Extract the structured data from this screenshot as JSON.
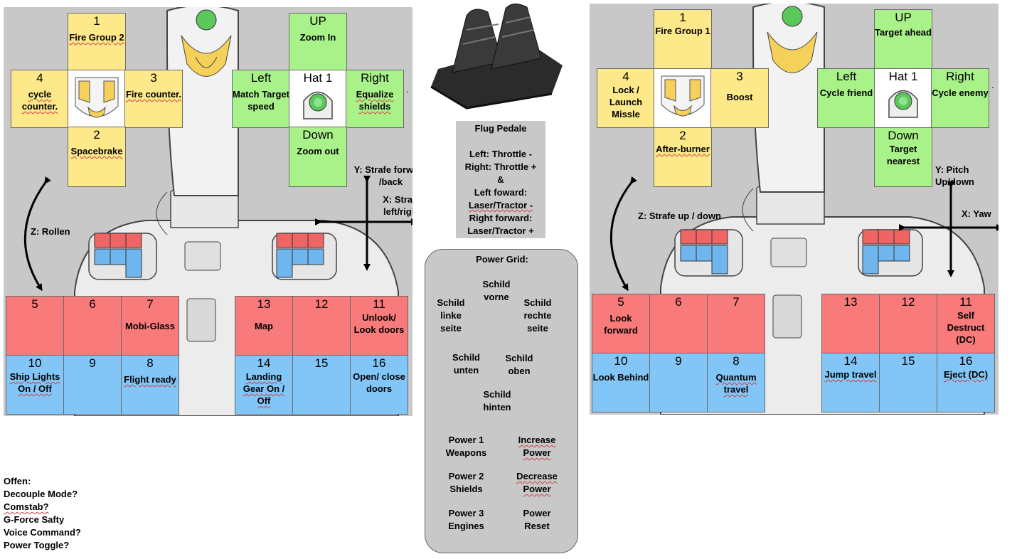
{
  "left_panel": {
    "hat_grid": {
      "btn1": {
        "num": "1",
        "label": "Fire Group 2"
      },
      "btn2": {
        "num": "2",
        "label": "Spacebrake"
      },
      "btn3": {
        "num": "3",
        "label": "Fire counter."
      },
      "btn4": {
        "num": "4",
        "label": "cycle counter."
      }
    },
    "hat1_grid": {
      "center": "Hat 1",
      "up": {
        "dir": "UP",
        "label": "Zoom In"
      },
      "down": {
        "dir": "Down",
        "label": "Zoom out"
      },
      "left": {
        "dir": "Left",
        "label": "Match Target speed"
      },
      "right": {
        "dir": "Right",
        "label": "Equalize shields"
      }
    },
    "axes": {
      "y": "Y: Strafe forward /back",
      "x": "X: Strafe left/right",
      "z": "Z: Rollen"
    },
    "base_left": {
      "top": [
        {
          "num": "5",
          "label": ""
        },
        {
          "num": "6",
          "label": ""
        },
        {
          "num": "7",
          "label": "Mobi-Glass"
        }
      ],
      "bottom": [
        {
          "num": "10",
          "label": "Ship Lights On / Off"
        },
        {
          "num": "9",
          "label": ""
        },
        {
          "num": "8",
          "label": "Flight ready"
        }
      ]
    },
    "base_right": {
      "top": [
        {
          "num": "13",
          "label": "Map"
        },
        {
          "num": "12",
          "label": ""
        },
        {
          "num": "11",
          "label": "Unlook/ Look doors"
        }
      ],
      "bottom": [
        {
          "num": "14",
          "label": "Landing Gear On / Off"
        },
        {
          "num": "15",
          "label": ""
        },
        {
          "num": "16",
          "label": "Open/ close doors"
        }
      ]
    }
  },
  "right_panel": {
    "hat_grid": {
      "btn1": {
        "num": "1",
        "label": "Fire Group 1"
      },
      "btn2": {
        "num": "2",
        "label": "After-burner"
      },
      "btn3": {
        "num": "3",
        "label": "Boost"
      },
      "btn4": {
        "num": "4",
        "label": "Lock / Launch Missle"
      }
    },
    "hat1_grid": {
      "center": "Hat 1",
      "up": {
        "dir": "UP",
        "label": "Target ahead"
      },
      "down": {
        "dir": "Down",
        "label": "Target nearest"
      },
      "left": {
        "dir": "Left",
        "label": "Cycle friend"
      },
      "right": {
        "dir": "Right",
        "label": "Cycle enemy"
      }
    },
    "axes": {
      "y": "Y: Pitch Up/down",
      "x": "X: Yaw",
      "z": "Z: Strafe up / down"
    },
    "base_left": {
      "top": [
        {
          "num": "5",
          "label": "Look forward"
        },
        {
          "num": "6",
          "label": ""
        },
        {
          "num": "7",
          "label": ""
        }
      ],
      "bottom": [
        {
          "num": "10",
          "label": "Look Behind"
        },
        {
          "num": "9",
          "label": ""
        },
        {
          "num": "8",
          "label": "Quantum travel"
        }
      ]
    },
    "base_right": {
      "top": [
        {
          "num": "13",
          "label": ""
        },
        {
          "num": "12",
          "label": ""
        },
        {
          "num": "11",
          "label": "Self Destruct (DC)"
        }
      ],
      "bottom": [
        {
          "num": "14",
          "label": "Jump travel"
        },
        {
          "num": "15",
          "label": ""
        },
        {
          "num": "16",
          "label": "Eject (DC)"
        }
      ]
    }
  },
  "pedals": {
    "title": "Flug Pedale",
    "lines": [
      "Left: Throttle -",
      "Right: Throttle +",
      "&",
      "Left foward:",
      "Laser/Tractor -",
      "Right forward:",
      "Laser/Tractor +"
    ]
  },
  "power_grid": {
    "title": "Power Grid:",
    "shields": {
      "front": "Schild vorne",
      "left": "Schild linke seite",
      "right": "Schild rechte seite",
      "bottom": "Schild unten",
      "top": "Schild oben",
      "back": "Schild hinten"
    },
    "power": [
      {
        "name": "Power 1 Weapons",
        "action": "Increase Power"
      },
      {
        "name": "Power 2 Shields",
        "action": "Decrease Power"
      },
      {
        "name": "Power 3 Engines",
        "action": "Power Reset"
      }
    ]
  },
  "notes": {
    "title": "Offen:",
    "items": [
      "Decouple Mode?",
      "Comstab?",
      "G-Force Safty",
      "Voice Command?",
      "Power Toggle?"
    ]
  },
  "colors": {
    "yellow": "#fde88a",
    "green": "#a9f28a",
    "red": "#f97a7a",
    "blue": "#82c6f7",
    "panel_bg": "#c8c8c8"
  }
}
